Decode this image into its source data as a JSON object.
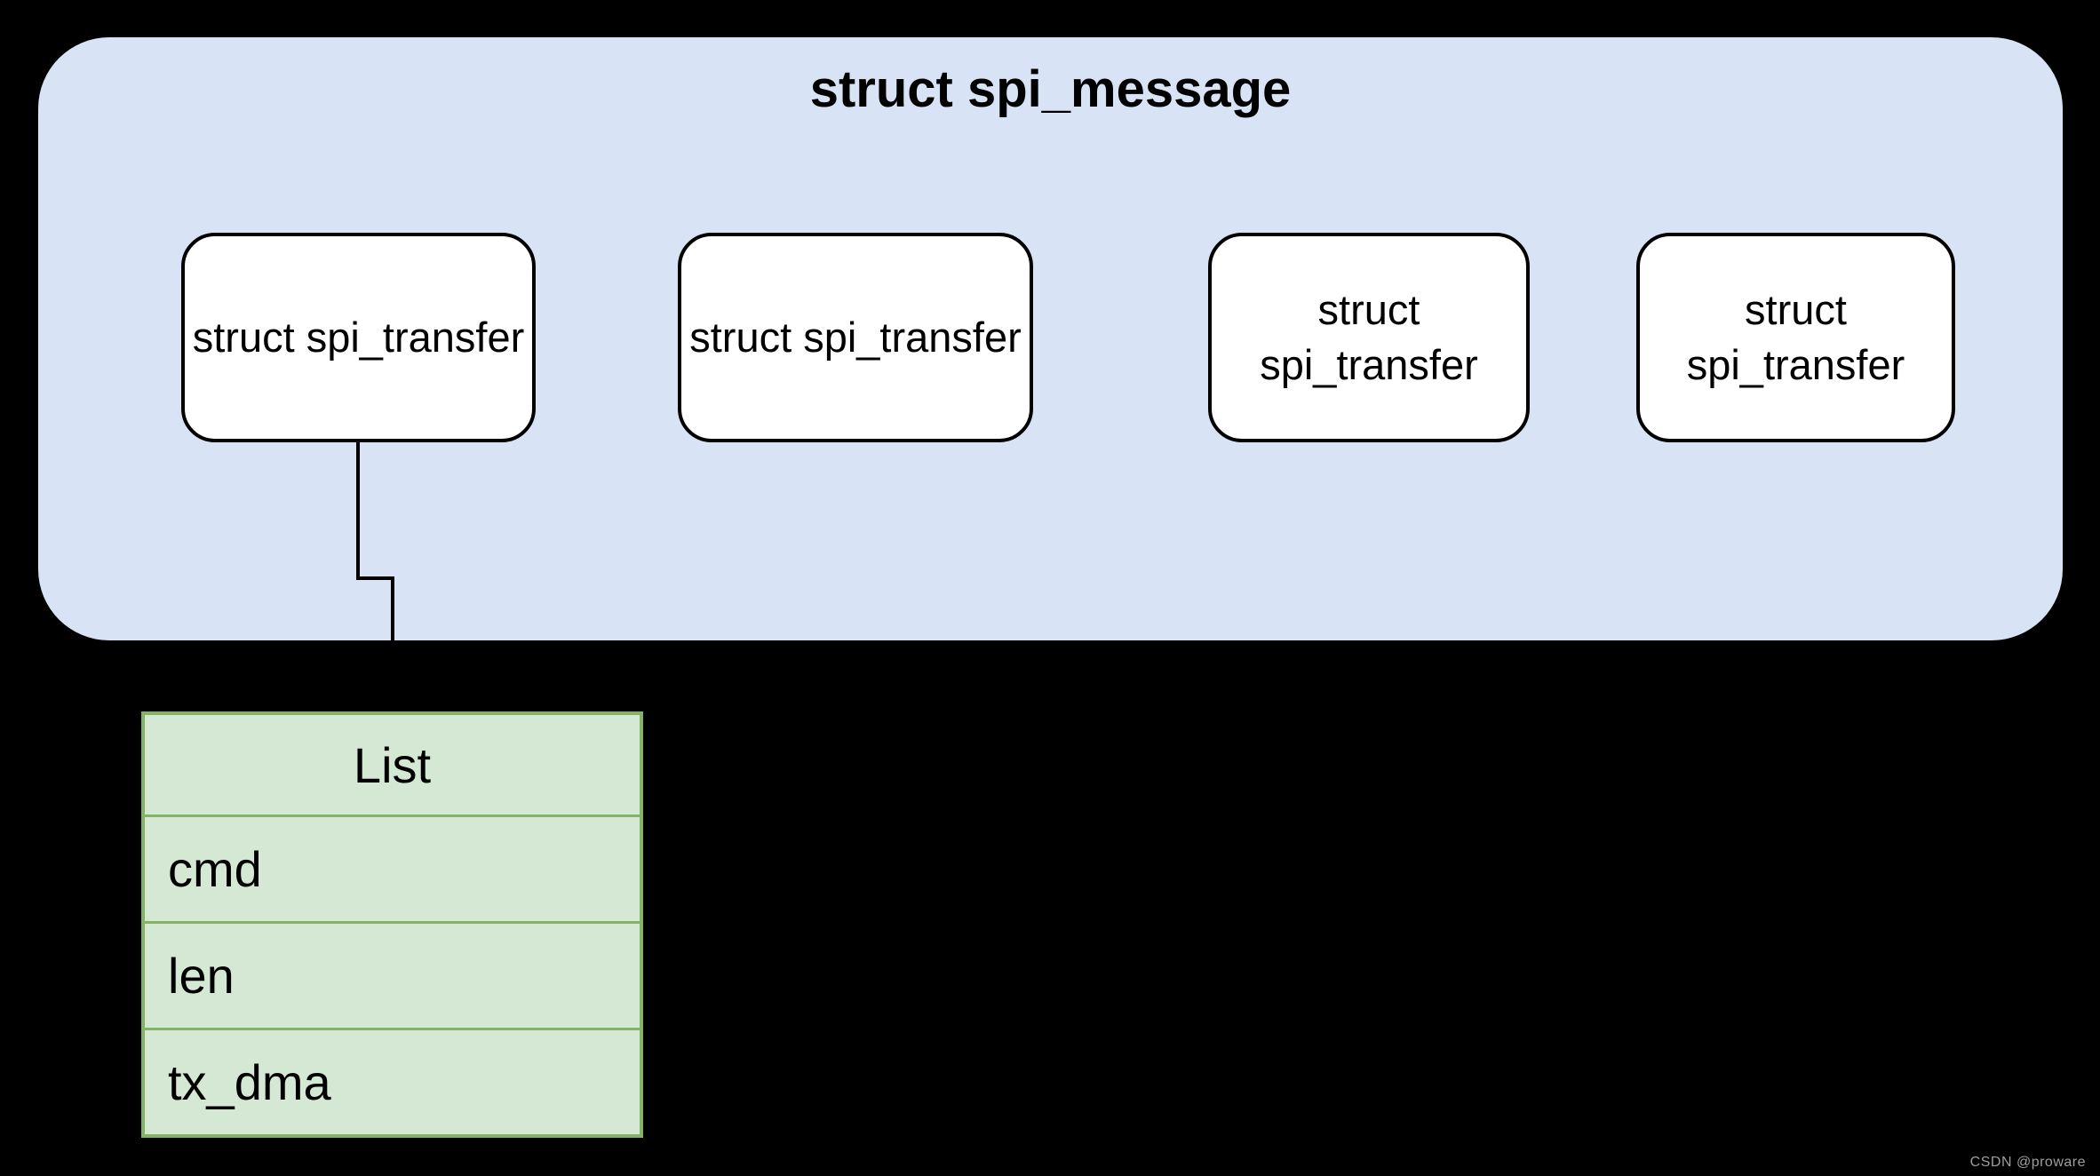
{
  "diagram": {
    "title": "struct spi_message",
    "transfer_boxes": [
      {
        "label": "struct spi_transfer"
      },
      {
        "label": "struct spi_transfer"
      },
      {
        "label": "struct\nspi_transfer"
      },
      {
        "label": "struct\nspi_transfer"
      }
    ],
    "list_table": {
      "header": "List",
      "fields": [
        "cmd",
        "len",
        "tx_dma"
      ]
    }
  },
  "watermark": "CSDN @proware",
  "colors": {
    "page_bg": "#000000",
    "message_fill": "#d8e4f6",
    "box_fill": "#ffffff",
    "box_border": "#000000",
    "table_fill": "#d5e8d4",
    "table_border": "#82b366",
    "connector": "#000000",
    "watermark_text": "#9e9e9e"
  }
}
